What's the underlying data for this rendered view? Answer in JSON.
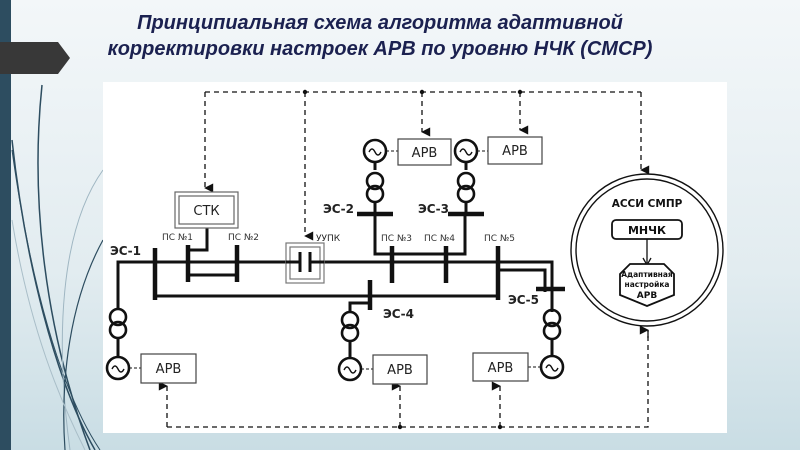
{
  "slide": {
    "title_line1": "Принципиальная схема алгоритма адаптивной",
    "title_line2": "корректировки настроек АРВ по уровню НЧК (СМСР)"
  },
  "colors": {
    "sidebar": "#2d4d60",
    "title": "#1b2150",
    "line": "#111111"
  },
  "diagram": {
    "stations": {
      "es1": "ЭС-1",
      "es2": "ЭС-2",
      "es3": "ЭС-3",
      "es4": "ЭС-4",
      "es5": "ЭС-5"
    },
    "substations": {
      "ps1": "ПС №1",
      "ps2": "ПС №2",
      "ps3": "ПС №3",
      "ps4": "ПС №4",
      "ps5": "ПС №5"
    },
    "devices": {
      "stk": "СТК",
      "uupk": "УУПК"
    },
    "regulators": {
      "es1": "АРВ",
      "es2": "АРВ",
      "es3": "АРВ",
      "es4": "АРВ",
      "es5": "АРВ"
    },
    "system": {
      "name": "АССИ СМПР",
      "module": "МНЧК",
      "tuning_line1": "Адаптивная",
      "tuning_line2": "настройка",
      "tuning_line3": "АРВ"
    },
    "icons": {
      "generator": "generator-icon (~ in circle)",
      "transformer": "transformer-icon (two overlapping circles)",
      "capacitor": "capacitor-icon"
    }
  }
}
